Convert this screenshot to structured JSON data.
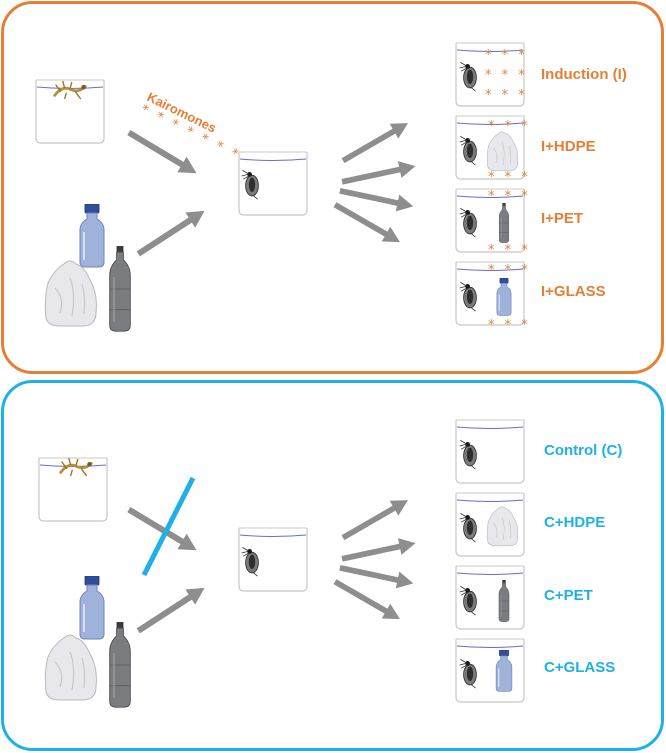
{
  "colors": {
    "induced": "#E67E35",
    "control": "#1EB0E6",
    "arrow": "#8E8E8E",
    "beaker_rim": "#6A6AD0",
    "beaker_wall": "#C8C8C8"
  },
  "induction_panel": {
    "kairomones_label": "Kairomones",
    "kairomone_dots": "* * * * * * *",
    "star_marks": "* * *",
    "treatments": [
      {
        "label": "Induction (I)",
        "contents": "none"
      },
      {
        "label": "I+HDPE",
        "contents": "hdpe-bag"
      },
      {
        "label": "I+PET",
        "contents": "pet-bottle"
      },
      {
        "label": "I+GLASS",
        "contents": "glass-bottle"
      }
    ]
  },
  "control_panel": {
    "treatments": [
      {
        "label": "Control (C)",
        "contents": "none"
      },
      {
        "label": "C+HDPE",
        "contents": "hdpe-bag"
      },
      {
        "label": "C+PET",
        "contents": "pet-bottle"
      },
      {
        "label": "C+GLASS",
        "contents": "glass-bottle"
      }
    ]
  },
  "icons": [
    "predator-larva-icon",
    "daphnia-icon",
    "hdpe-bag-icon",
    "pet-bottle-icon",
    "glass-bottle-icon",
    "beaker-icon",
    "arrow-icon",
    "block-line-icon"
  ]
}
